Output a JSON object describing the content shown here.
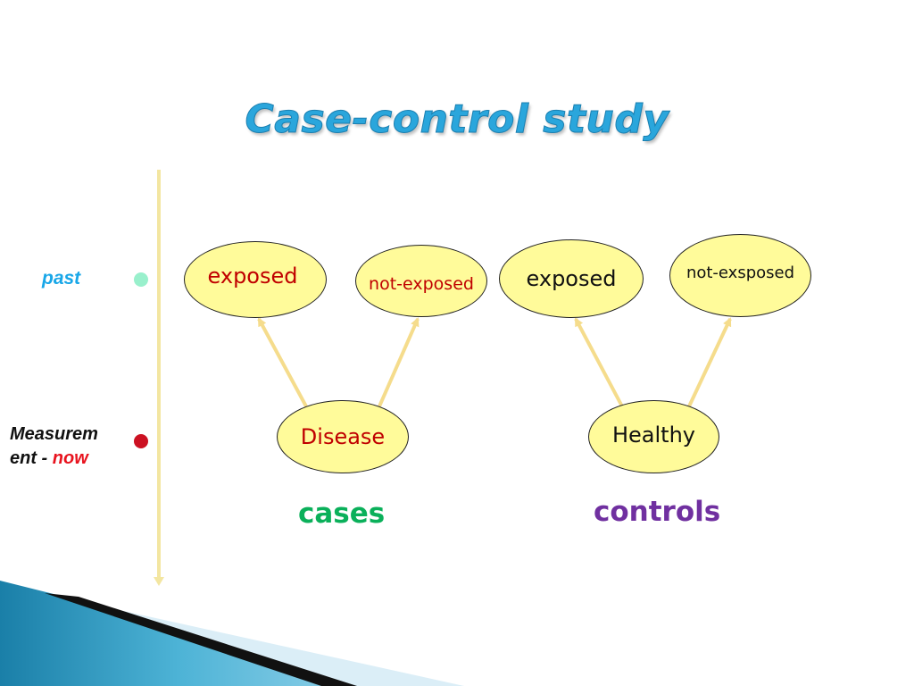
{
  "title": "Case-control study",
  "timeline": {
    "past_label": "past",
    "measurement_label_part1": "Measurem",
    "measurement_label_part2": "ent - ",
    "now_label": "now"
  },
  "nodes": {
    "cases_exposed": "exposed",
    "cases_not_exposed": "not-exposed",
    "controls_exposed": "exposed",
    "controls_not_exposed": "not-exsposed",
    "disease": "Disease",
    "healthy": "Healthy"
  },
  "groups": {
    "cases": "cases",
    "controls": "controls"
  },
  "colors": {
    "title": "#2aa6dc",
    "past": "#19a7e8",
    "now": "#e8131e",
    "node_fill": "#fffb9a",
    "arrow": "#f5dc8c",
    "cases": "#0ab05a",
    "controls": "#7030a0"
  }
}
